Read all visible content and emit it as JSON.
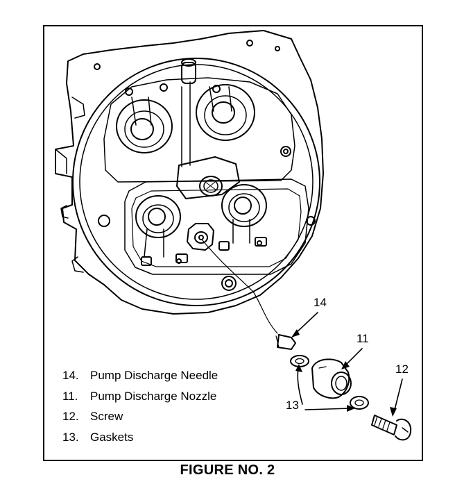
{
  "figure": {
    "caption": "FIGURE NO. 2"
  },
  "legend": {
    "items": [
      {
        "number": "14.",
        "label": "Pump Discharge Needle"
      },
      {
        "number": "11.",
        "label": "Pump Discharge Nozzle"
      },
      {
        "number": "12.",
        "label": "Screw"
      },
      {
        "number": "13.",
        "label": "Gaskets"
      }
    ]
  },
  "callouts": {
    "needle": "14",
    "nozzle": "11",
    "screw": "12",
    "gaskets": "13"
  },
  "colors": {
    "line": "#000000",
    "background": "#ffffff"
  }
}
